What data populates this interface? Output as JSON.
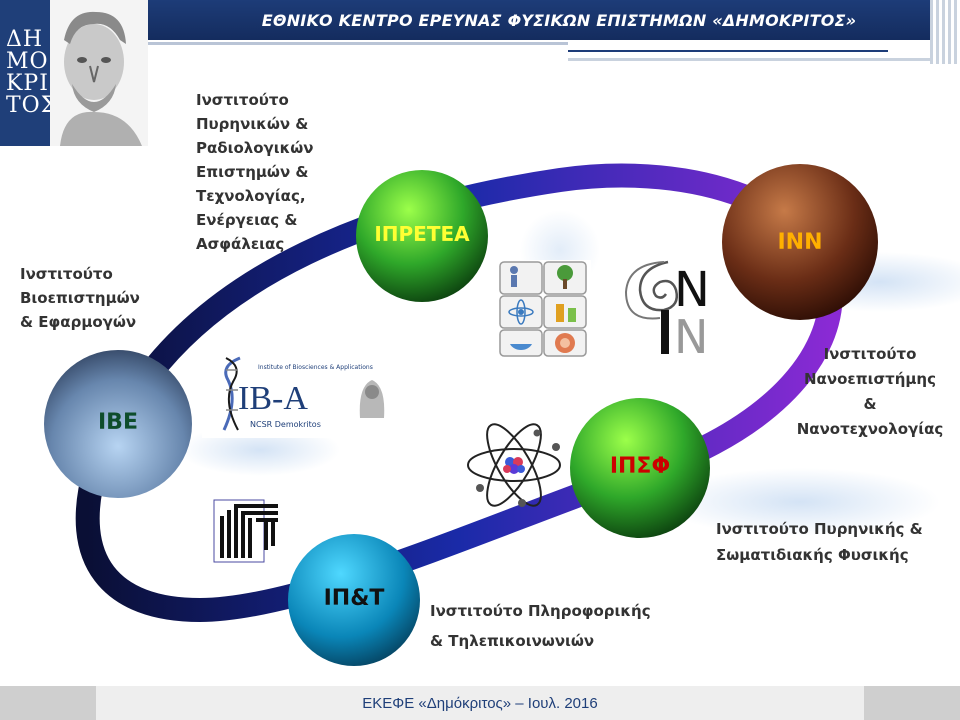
{
  "header": {
    "title": "ΕΘΝΙΚΟ ΚΕΝΤΡΟ ΕΡΕΥΝΑΣ ΦΥΣΙΚΩΝ ΕΠΙΣΤΗΜΩΝ «ΔΗΜΟΚΡΙΤΟΣ»"
  },
  "logo": {
    "letters": [
      "ΔΗ",
      "ΜΟ",
      "ΚΡΙ",
      "ΤΟΣ"
    ]
  },
  "institutes": {
    "ipretea": {
      "acronym": "ΙΠΡΕΤΕΑ",
      "name_lines": [
        "Ινστιτούτο",
        "Πυρηνικών &",
        "Ραδιολογικών",
        "Επιστημών  &",
        "Τεχνολογίας,",
        "Ενέργειας &",
        "Ασφάλειας"
      ],
      "color": "#ffff33"
    },
    "inn": {
      "acronym": "ΙΝΝ",
      "name_lines": [
        "Ινστιτούτο",
        "Νανοεπιστήμης",
        "&",
        "Νανοτεχνολογίας"
      ],
      "color": "#ffb000"
    },
    "ibe": {
      "acronym": "ΙΒΕ",
      "name_lines": [
        "Ινστιτούτο",
        "Βιοεπιστημών",
        "& Εφαρμογών"
      ],
      "color": "#0e4d2b"
    },
    "ipsf": {
      "acronym": "ΙΠΣΦ",
      "name_lines": [
        "Ινστιτούτο Πυρηνικής &",
        "Σωματιδιακής Φυσικής"
      ],
      "color": "#cc0000"
    },
    "ipt": {
      "acronym": "ΙΠ&Τ",
      "name_lines": [
        "Ινστιτούτο Πληροφορικής",
        "& Τηλεπικοινωνιών"
      ],
      "color": "#111111"
    }
  },
  "iba_logo": {
    "top_text": "Institute of Biosciences & Applications",
    "main_text": "IB-A",
    "bottom_text": "NCSR Demokritos"
  },
  "footer": {
    "text": "ΕΚΕΦΕ «Δημόκριτος» – Ιουλ. 2016"
  },
  "colors": {
    "header_bg": "#1d3c78",
    "ring_dark": "#0d1a5c",
    "ring_purple": "#7a22c8",
    "text_gray": "#333333"
  },
  "icons": [
    "puzzle-icon",
    "nano-nn-logo-icon",
    "atom-icon",
    "ipt-logo-icon",
    "iba-logo-icon",
    "democritus-bust-icon"
  ]
}
